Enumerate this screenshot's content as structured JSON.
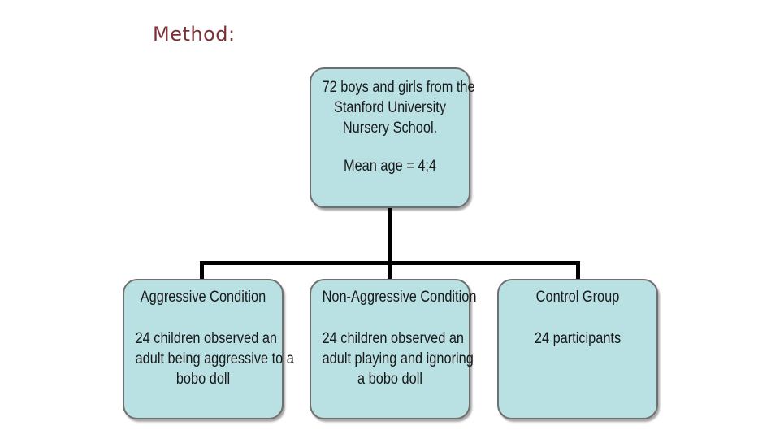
{
  "slide": {
    "title": "Method:"
  },
  "diagram": {
    "root": {
      "lines": [
        "72 boys and girls from the",
        "Stanford University",
        "Nursery School."
      ],
      "detail": "Mean age = 4;4"
    },
    "children": [
      {
        "heading": "Aggressive Condition",
        "lines": [
          "24 children observed an",
          "adult being aggressive to a",
          "bobo doll"
        ]
      },
      {
        "heading": "Non-Aggressive Condition",
        "lines": [
          "24 children observed an",
          "adult playing and ignoring",
          "a bobo doll"
        ]
      },
      {
        "heading": "Control Group",
        "lines": [
          "24 participants"
        ]
      }
    ],
    "colors": {
      "box_fill": "#b9e0e3",
      "box_border": "#6f6f6f",
      "connector": "#000000",
      "title": "#7b2f35"
    }
  }
}
